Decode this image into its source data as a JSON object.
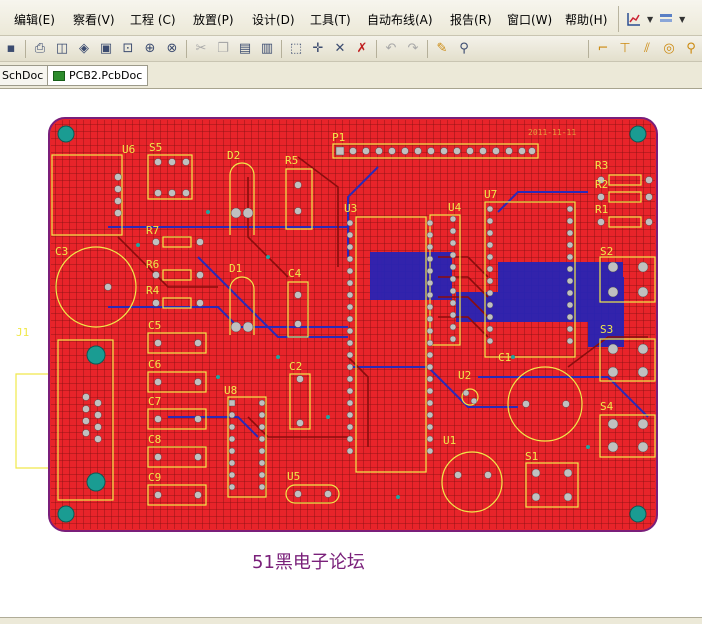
{
  "menu": {
    "items": [
      {
        "label": "编辑(E)"
      },
      {
        "label": "察看(V)"
      },
      {
        "label": "工程 (C)"
      },
      {
        "label": "放置(P)"
      },
      {
        "label": "设计(D)"
      },
      {
        "label": "工具(T)"
      },
      {
        "label": "自动布线(A)"
      },
      {
        "label": "报告(R)"
      },
      {
        "label": "窗口(W)"
      },
      {
        "label": "帮助(H)"
      }
    ],
    "right_tools": [
      "chart-icon",
      "layers-icon"
    ]
  },
  "toolbar": {
    "buttons": [
      "save-icon",
      "print-icon",
      "print-preview-icon",
      "layers-stack-icon",
      "board-view-icon",
      "zoom-fit-icon",
      "zoom-area-icon",
      "zoom-selected-icon",
      "cut-icon",
      "copy-icon",
      "paste-icon",
      "rubber-stamp-icon",
      "select-box-icon",
      "move-icon",
      "cross-probe-icon",
      "deselect-icon",
      "undo-icon",
      "redo-icon",
      "highlight-icon",
      "inspector-icon",
      "route-icon",
      "route-multi-icon",
      "differential-route-icon",
      "arc-icon",
      "pad-icon"
    ]
  },
  "tabs": [
    {
      "label": "SchDoc",
      "active": false
    },
    {
      "label": "PCB2.PcbDoc",
      "active": true
    }
  ],
  "board": {
    "designators": [
      "U6",
      "S5",
      "D2",
      "R5",
      "P1",
      "R3",
      "R2",
      "R1",
      "C3",
      "R7",
      "R6",
      "R4",
      "D1",
      "C4",
      "U3",
      "U4",
      "U7",
      "S2",
      "S3",
      "S4",
      "J1",
      "C5",
      "C6",
      "C7",
      "C8",
      "C9",
      "U8",
      "C2",
      "U2",
      "C1",
      "U1",
      "S1",
      "U5"
    ],
    "silk_text": "2011-11-11",
    "colors": {
      "board_fill": "#e8242a",
      "board_outline": "#7a1e7a",
      "grid": "#7d1010",
      "top_copper": "#e8242a",
      "bottom_copper": "#2323b8",
      "silkscreen": "#f0e84a",
      "pad": "#c0c0c0",
      "via": "#1ea6a0",
      "mounting_hole": "#1a9c92"
    }
  },
  "caption": "51黑电子论坛"
}
